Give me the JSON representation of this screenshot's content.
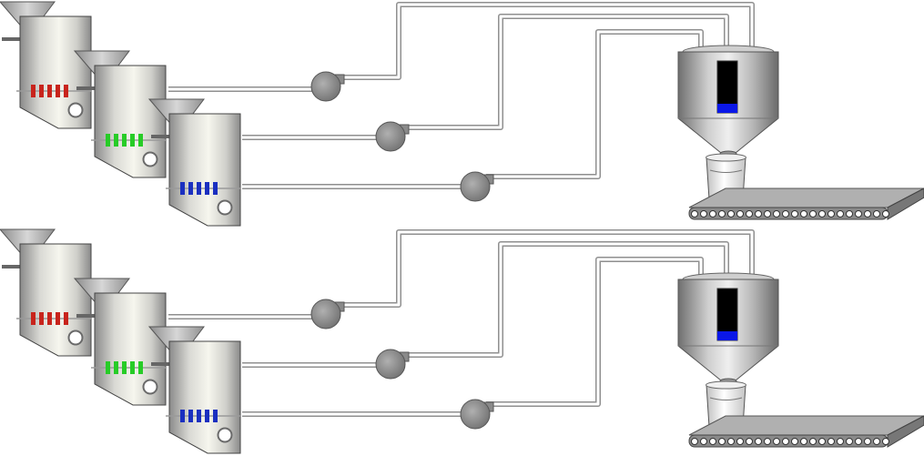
{
  "colors": {
    "background": "#ffffff",
    "line_red": "#c8241c",
    "line_green": "#27cc27",
    "line_blue": "#1a2fc0",
    "tank_level": "#0a17e8",
    "tank_empty": "#000000",
    "pipe_fill": "#ffffff",
    "pipe_edge": "#8f8f8f",
    "metal_dark": "#7b7b7b",
    "metal_light": "#f4f4ec"
  },
  "groups": [
    {
      "lines": [
        {
          "color": "line_red",
          "cells": 5
        },
        {
          "color": "line_green",
          "cells": 5
        },
        {
          "color": "line_blue",
          "cells": 5
        }
      ],
      "tank": {
        "level": 0.18
      }
    },
    {
      "lines": [
        {
          "color": "line_red",
          "cells": 5
        },
        {
          "color": "line_green",
          "cells": 5
        },
        {
          "color": "line_blue",
          "cells": 5
        }
      ],
      "tank": {
        "level": 0.18
      }
    }
  ],
  "icons": [
    "hopper-icon",
    "mixer-icon",
    "blower-fan-icon",
    "storage-silo-icon",
    "bucket-icon",
    "conveyor-icon"
  ]
}
